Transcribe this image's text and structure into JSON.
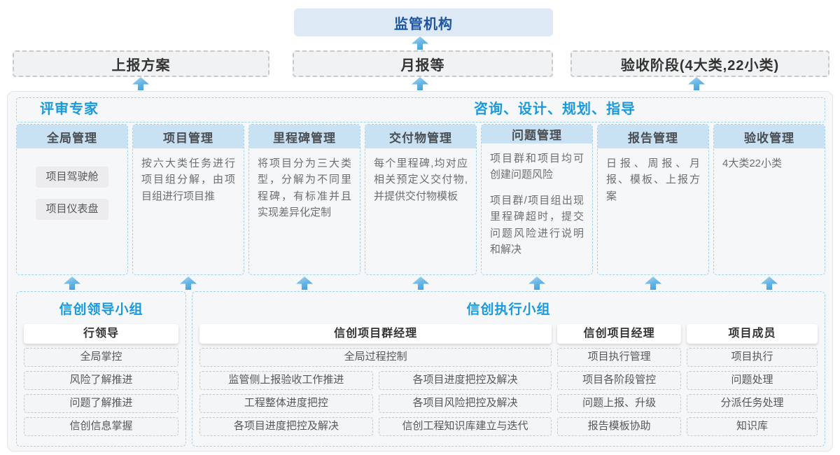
{
  "colors": {
    "title_blue": "#189ade",
    "navy_blue": "#1d55a3",
    "arrow_blue": "#3d9bd4",
    "column_header_fill": "#c9e2f3",
    "regulator_fill": "#dde9f5"
  },
  "top": {
    "regulator": "监管机构"
  },
  "report_row": [
    "上报方案",
    "月报等",
    "验收阶段(4大类,22小类)"
  ],
  "platform": {
    "expert_left": "评审专家",
    "expert_right": "咨询、设计、规划、指导",
    "columns": [
      {
        "title": "全局管理",
        "tags": [
          "项目驾驶舱",
          "项目仪表盘"
        ]
      },
      {
        "title": "项目管理",
        "paragraphs": [
          "按六大类任务进行项目组分解，由项目组进行项目推"
        ]
      },
      {
        "title": "里程碑管理",
        "paragraphs": [
          "将项目分为三大类型，分解为不同里程碑，有标准并且实现差异化定制"
        ]
      },
      {
        "title": "交付物管理",
        "paragraphs": [
          "每个里程碑,均对应相关预定义交付物,并提供交付物模板"
        ]
      },
      {
        "title": "问题管理",
        "paragraphs": [
          "项目群和项目均可创建问题风险",
          "项目群/项目组出现里程碑超时，提交问题风险进行说明和解决"
        ]
      },
      {
        "title": "报告管理",
        "paragraphs": [
          "日报、周报、月报、模板、上报方案"
        ]
      },
      {
        "title": "验收管理",
        "paragraphs": [
          "4大类22小类"
        ]
      }
    ]
  },
  "groups": {
    "leader": {
      "title": "信创领导小组",
      "role": "行领导",
      "items": [
        "全局掌控",
        "风险了解推进",
        "问题了解推进",
        "信创信息掌握"
      ]
    },
    "executive": {
      "title": "信创执行小组",
      "program_manager": {
        "role": "信创项目群经理",
        "full_item": "全局过程控制",
        "left_items": [
          "监管侧上报验收工作推进",
          "工程整体进度把控",
          "各项目进度把控及解决"
        ],
        "right_items": [
          "各项目进度把控及解决",
          "各项目风险把控及解决",
          "信创工程知识库建立与迭代"
        ]
      },
      "project_manager": {
        "role": "信创项目经理",
        "items": [
          "项目执行管理",
          "项目各阶段管控",
          "问题上报、升级",
          "报告模板协助"
        ]
      },
      "member": {
        "role": "项目成员",
        "items": [
          "项目执行",
          "问题处理",
          "分派任务处理",
          "知识库"
        ]
      }
    }
  }
}
